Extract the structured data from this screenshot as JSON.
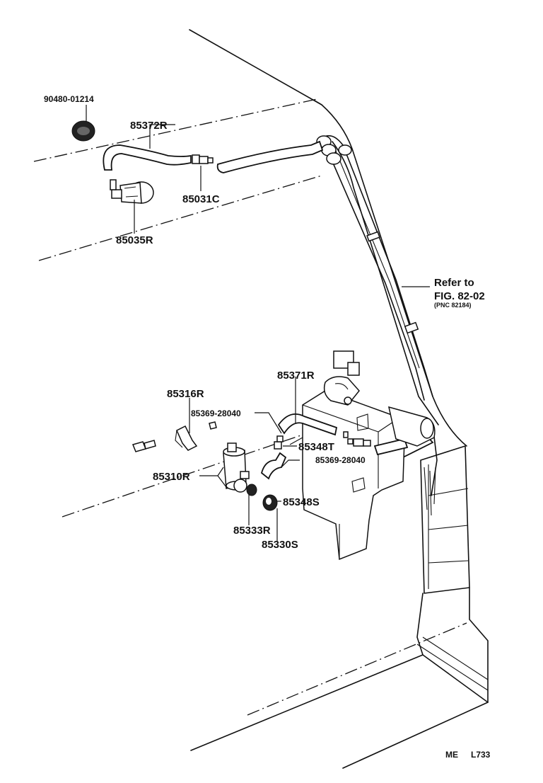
{
  "labels": {
    "p90480": "90480-01214",
    "p85372R": "85372R",
    "p85031C": "85031C",
    "p85035R": "85035R",
    "refer_to": "Refer to",
    "fig": "FIG. 82-02",
    "pnc": "(PNC 82184)",
    "p85371R": "85371R",
    "p85316R": "85316R",
    "p85369a": "85369-28040",
    "p85348T": "85348T",
    "p85369b": "85369-28040",
    "p85310R": "85310R",
    "p85348S": "85348S",
    "p85333R": "85333R",
    "p85330S": "85330S",
    "code_me": "ME",
    "code_fig": "L733"
  }
}
